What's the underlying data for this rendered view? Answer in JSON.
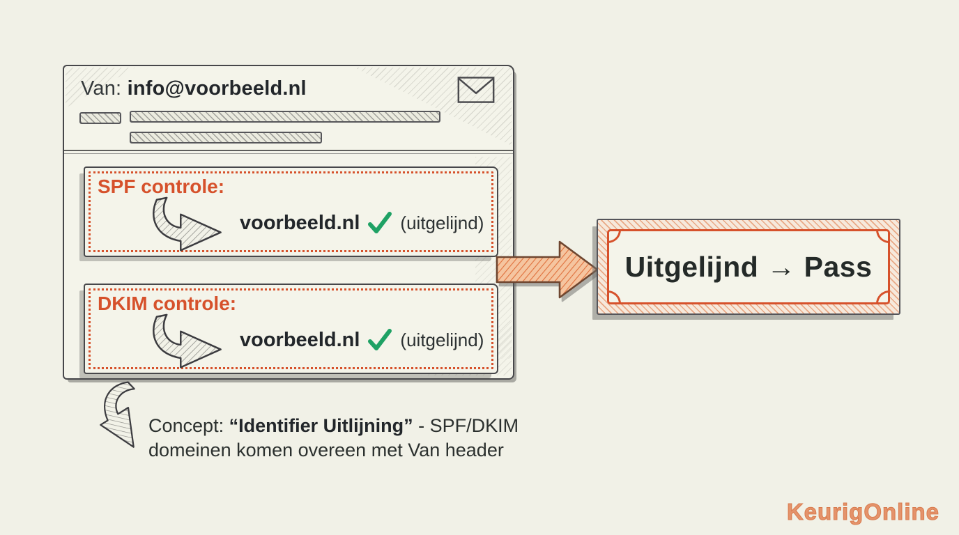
{
  "colors": {
    "background": "#f1f1e7",
    "accent_orange": "#d6512b",
    "check_green": "#1ea164",
    "ink": "#262b29",
    "sketch_gray": "#47474a"
  },
  "email_card": {
    "from_label": "Van:",
    "from_address": "info@voorbeeld.nl",
    "checks": [
      {
        "label": "SPF controle:",
        "domain": "voorbeeld.nl",
        "status": "(uitgelijnd)"
      },
      {
        "label": "DKIM controle:",
        "domain": "voorbeeld.nl",
        "status": "(uitgelijnd)"
      }
    ]
  },
  "result_box": {
    "text": "Uitgelijnd → Pass"
  },
  "concept": {
    "prefix": "Concept: ",
    "term": "“Identifier Uitlijning”",
    "suffix": " - SPF/DKIM",
    "line2": "domeinen komen overeen met Van header"
  },
  "watermark": "KeurigOnline"
}
